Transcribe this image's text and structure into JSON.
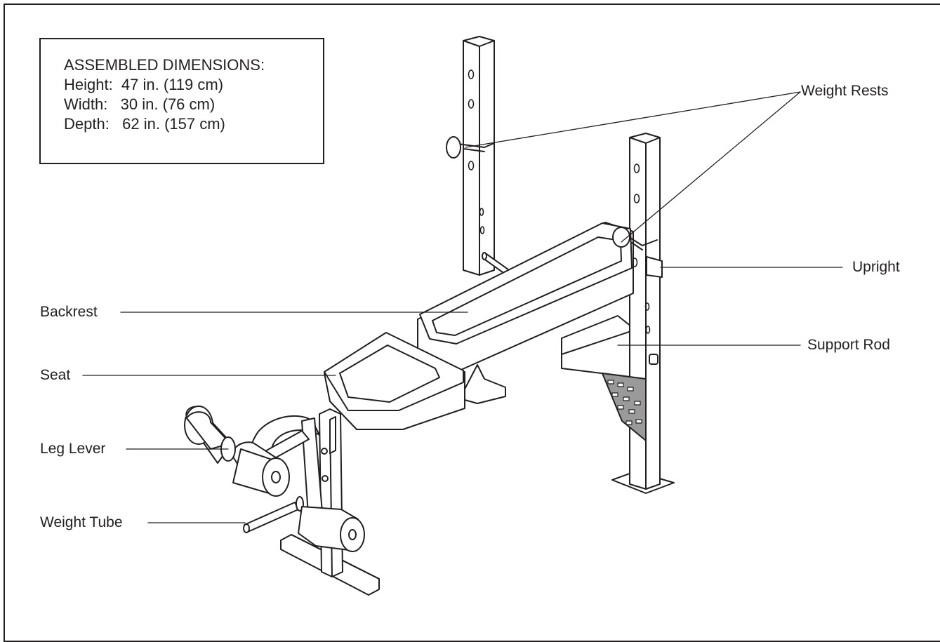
{
  "dimensions": {
    "title": "ASSEMBLED DIMENSIONS:",
    "height": "Height:  47 in. (119 cm)",
    "width": "Width:   30 in. (76 cm)",
    "depth": "Depth:   62 in. (157 cm)"
  },
  "labels": {
    "weight_rests": "Weight Rests",
    "upright": "Upright",
    "support_rod": "Support Rod",
    "backrest": "Backrest",
    "seat": "Seat",
    "leg_lever": "Leg Lever",
    "weight_tube": "Weight Tube"
  },
  "colors": {
    "ink": "#231f20",
    "paper": "#ffffff",
    "plate": "#9a9a9a"
  }
}
